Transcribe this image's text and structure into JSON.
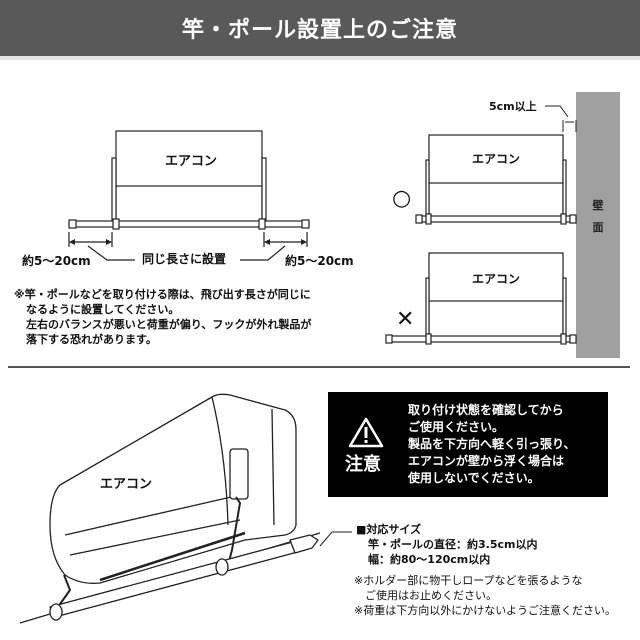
{
  "header": {
    "title": "竿・ポール設置上のご注意"
  },
  "diagram_left": {
    "unit_label": "エアコン",
    "left_dimension": "約5〜20cm",
    "right_dimension": "約5〜20cm",
    "center_label": "同じ長さに設置"
  },
  "left_note": {
    "lines": [
      "※竿・ポールなどを取り付ける際は、飛び出す長さが同じに",
      "なるように設置してください。",
      "左右のバランスが悪いと荷重が偏り、フックが外れ製品が",
      "落下する恐れがあります。"
    ]
  },
  "diagram_right": {
    "clearance_label": "5cm以上",
    "wall_label_1": "壁",
    "wall_label_2": "面",
    "good_example": {
      "mark": "○",
      "unit_label": "エアコン"
    },
    "bad_example": {
      "mark": "✕",
      "unit_label": "エアコン"
    }
  },
  "illustration": {
    "unit_label": "エアコン"
  },
  "caution": {
    "label": "注意",
    "icon": "warning-triangle-icon",
    "lines": [
      "取り付け状態を確認してから",
      "ご使用ください。",
      "製品を下方向へ軽く引っ張り、",
      "エアコンが壁から浮く場合は",
      "使用しないでください。"
    ]
  },
  "spec": {
    "title": "■対応サイズ",
    "diameter": "竿・ポールの直径：約3.5cm以内",
    "width": "幅：約80〜120cm以内"
  },
  "spec_notes": {
    "lines": [
      "※ホルダー部に物干しロープなどを張るような",
      "　ご使用はお止めください。",
      "※荷重は下方向以外にかけないようご注意ください。"
    ]
  },
  "colors": {
    "header_bg": "#595959",
    "wall": "#a0a0a0",
    "caution_bg": "#000000"
  }
}
